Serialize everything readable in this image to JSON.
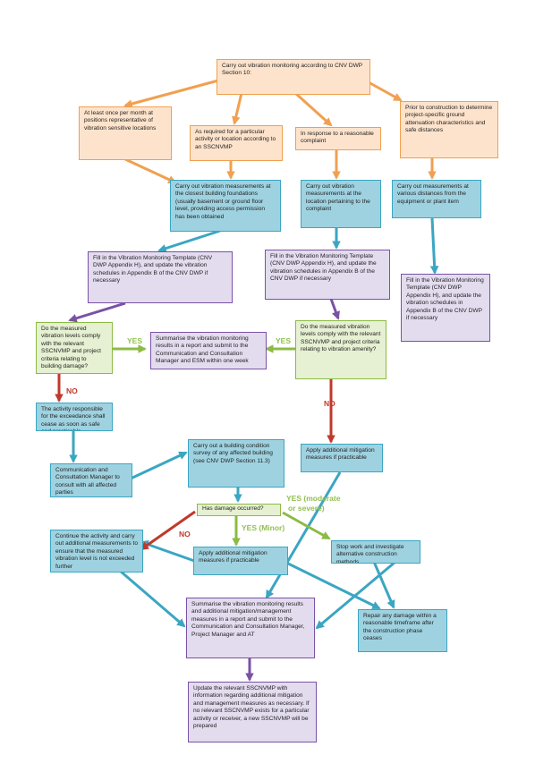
{
  "nodes": {
    "start": "Carry out vibration monitoring according to CNV DWP Section 10:",
    "monthly": "At least once per month at positions representative of vibration sensitive locations",
    "as_required": "As required for a particular activity or location according to an SSCNVMP",
    "complaint": "In response to a reasonable complaint",
    "prior": "Prior to construction to determine project-specific ground attenuation characteristics and safe distances",
    "measure_foundations": "Carry out vibration measurements at the closest building foundations (usually basement or ground floor level, providing access permission has been obtained",
    "measure_complaint": "Carry out vibration measurements at the location pertaining to the complaint",
    "measure_distances": "Carry out measurements at various distances from the equipment or plant item",
    "template_left": "Fill in the Vibration Monitoring Template (CNV DWP Appendix H), and update the vibration schedules in Appendix B of the CNV DWP if necessary",
    "template_mid": "Fill in the Vibration Monitoring Template (CNV DWP Appendix H), and update the vibration schedules in Appendix B of the CNV DWP if necessary",
    "template_right": "Fill in the Vibration Monitoring Template (CNV DWP Appendix H), and update the vibration schedules in Appendix B of the CNV DWP if necessary",
    "comply_damage": "Do the measured vibration levels comply with the relevant SSCNVMP and project criteria relating to building damage?",
    "summarise_week": "Summarise the vibration monitoring results in a report and submit to the Communication and Consultation Manager and ESM within one week",
    "comply_amenity": "Do the measured vibration levels comply with the relevant SSCNVMP and project criteria relating to vibration amenity?",
    "cease": "The activity responsible for the exceedance shall cease as soon as safe and practicable",
    "consult": "Communication and Consultation Manager to consult with all affected parties",
    "condition_survey": "Carry out a building condition survey of any affected building (see CNV DWP Section 11.3)",
    "apply_mitigation_right": "Apply additional mitigation measures if practicable",
    "damage_occurred": "Has damage occurred?",
    "continue_activity": "Continue the activity and carry out additional measurements to ensure that the measured vibration level is not exceeded further",
    "apply_mitigation_mid": "Apply additional mitigation measures if practicable",
    "stop_work": "Stop work and investigate alternative construction methods",
    "repair": "Repair any damage within a reasonable timeframe after the construction phase ceases",
    "summarise_final": "Summarise the vibration monitoring results and additional mitigation/management measures in a report and submit to the Communication and Consultation Manager, Project Manager and AT",
    "update_sscnvmp": "Update the relevant SSCNVMP with information regarding additional mitigation and management measures as necessary. If no relevant SSCNVMP exists for a particular activity or receiver, a new SSCNVMP will be prepared"
  },
  "labels": {
    "yes_left": "YES",
    "yes_right": "YES",
    "no_left": "NO",
    "no_right": "NO",
    "no_damage": "NO",
    "yes_minor": "YES (Minor)",
    "yes_moderate_line1": "YES (moderate",
    "yes_moderate_line2": "or severe)"
  },
  "colors": {
    "orange_stroke": "#f0a050",
    "blue_stroke": "#3aa6c2",
    "purple_stroke": "#7a52a5",
    "green_stroke": "#8cbb45",
    "red_stroke": "#c0392b"
  }
}
